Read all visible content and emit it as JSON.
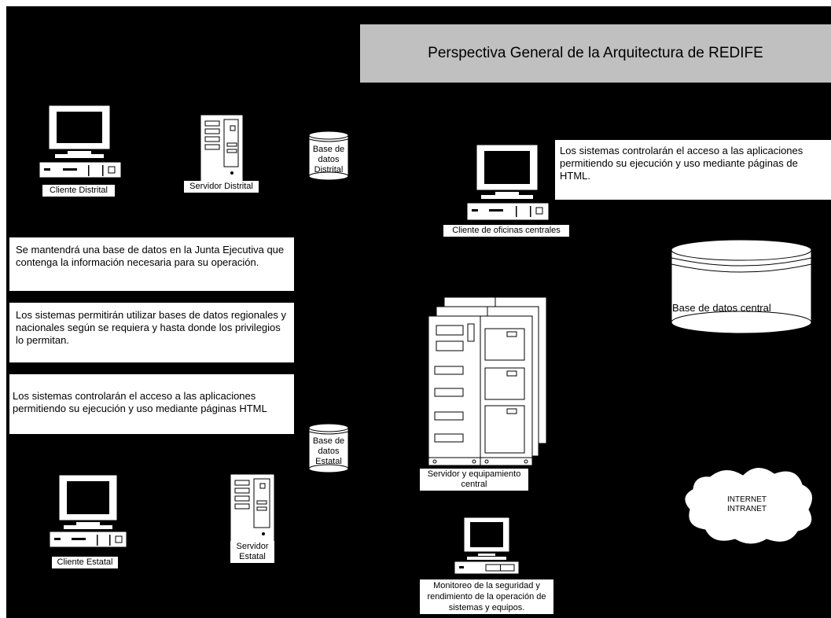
{
  "title": "Perspectiva General de la Arquitectura de REDIFE",
  "labels": {
    "cliente_distrital": "Cliente Distrital",
    "servidor_distrital": "Servidor Distrital",
    "bd_distrital": "Base de datos Distrital",
    "cliente_oficinas": "Cliente de oficinas centrales",
    "bd_central": "Base de datos central",
    "servidor_central": "Servidor y equipamiento central",
    "bd_estatal": "Base de datos Estatal",
    "cliente_estatal": "Cliente Estatal",
    "servidor_estatal": "Servidor Estatal",
    "monitoreo": "Monitoreo de la seguridad y rendimiento de la operación de sistemas y  equipos.",
    "internet": "INTERNET",
    "intranet": "INTRANET"
  },
  "notes": {
    "top_right": "Los sistemas controlarán el acceso a  las aplicaciones permitiendo su ejecución y uso  mediante páginas de HTML.",
    "junta": "Se mantendrá una base de datos en la Junta Ejecutiva que contenga la información necesaria para su operación.",
    "regionales": "Los sistemas permitirán utilizar bases de datos regionales y nacionales según se requiera y hasta donde los privilegios lo permitan.",
    "acceso": "Los sistemas controlarán el acceso a las aplicaciones permitiendo su ejecución y uso mediante páginas HTML"
  },
  "colors": {
    "background": "#000000",
    "title_bg": "#c0c0c0",
    "box": "#ffffff"
  }
}
